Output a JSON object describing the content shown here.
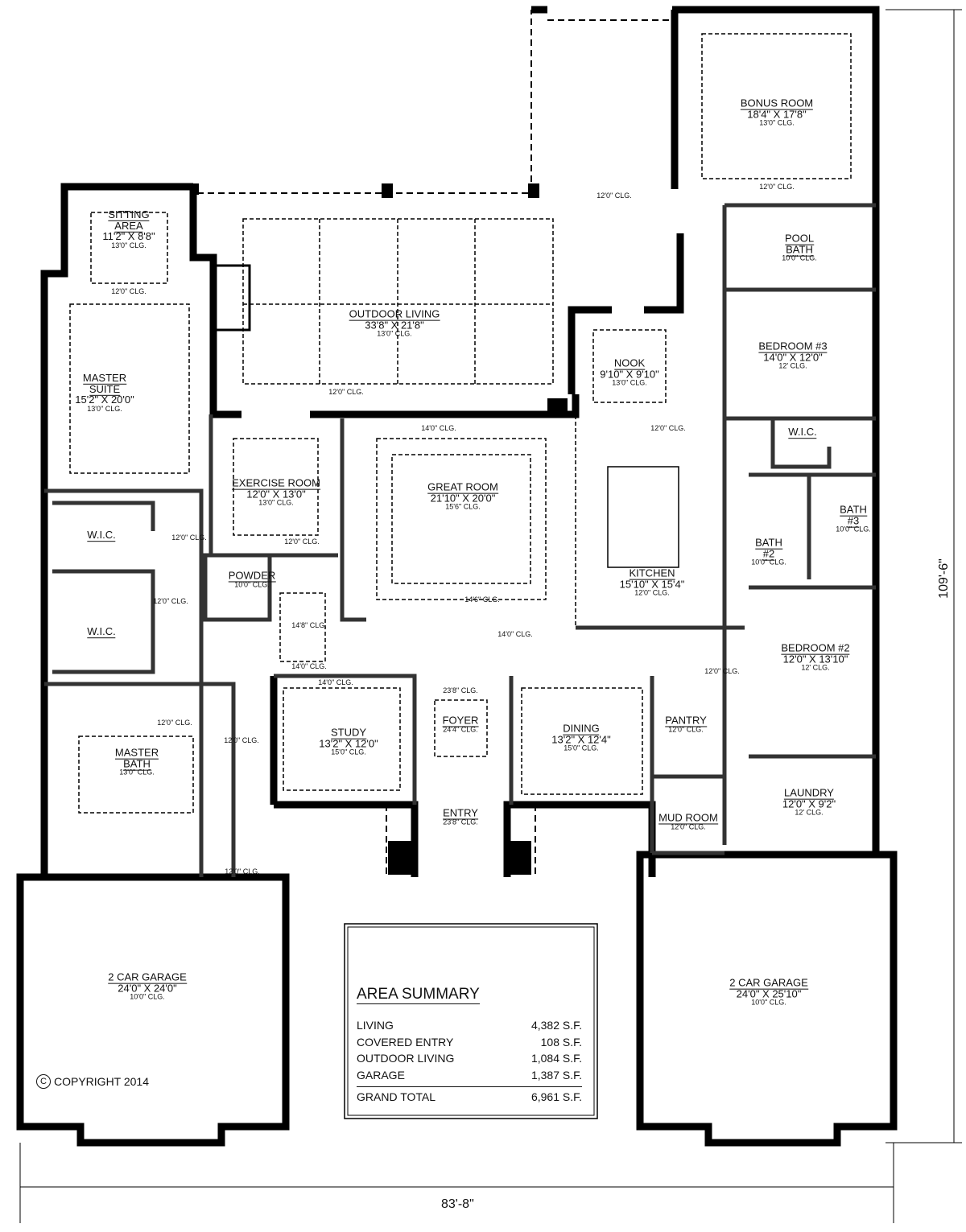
{
  "rooms": [
    {
      "id": "sitting",
      "name": [
        "SITTING",
        "AREA"
      ],
      "dims": "11'2\" X 8'8\"",
      "clg": "13'0\" CLG."
    },
    {
      "id": "master_suite",
      "name": [
        "MASTER",
        "SUITE"
      ],
      "dims": "15'2\" X 20'0\"",
      "clg": "13'0\" CLG."
    },
    {
      "id": "outdoor_living",
      "name": [
        "OUTDOOR LIVING"
      ],
      "dims": "33'8\" X 21'8\"",
      "clg": "13'0\" CLG."
    },
    {
      "id": "bonus_room",
      "name": [
        "BONUS ROOM"
      ],
      "dims": "18'4\" X 17'8\"",
      "clg": "13'0\" CLG."
    },
    {
      "id": "pool_bath",
      "name": [
        "POOL",
        "BATH"
      ],
      "dims": "",
      "clg": "10'0\" CLG."
    },
    {
      "id": "nook",
      "name": [
        "NOOK"
      ],
      "dims": "9'10\" X 9'10\"",
      "clg": "13'0\" CLG."
    },
    {
      "id": "bedroom3",
      "name": [
        "BEDROOM #3"
      ],
      "dims": "14'0\" X 12'0\"",
      "clg": "12' CLG."
    },
    {
      "id": "wic3",
      "name": [
        "W.I.C."
      ],
      "dims": "",
      "clg": ""
    },
    {
      "id": "exercise",
      "name": [
        "EXERCISE ROOM"
      ],
      "dims": "12'0\" X 13'0\"",
      "clg": "13'0\" CLG."
    },
    {
      "id": "great_room",
      "name": [
        "GREAT ROOM"
      ],
      "dims": "21'10\" X 20'0\"",
      "clg": "15'6\" CLG."
    },
    {
      "id": "kitchen",
      "name": [
        "KITCHEN"
      ],
      "dims": "15'10\" X 15'4\"",
      "clg": "12'0\" CLG."
    },
    {
      "id": "bath3",
      "name": [
        "BATH",
        "#3"
      ],
      "dims": "",
      "clg": "10'0\" CLG."
    },
    {
      "id": "bath2",
      "name": [
        "BATH",
        "#2"
      ],
      "dims": "",
      "clg": "10'0\" CLG."
    },
    {
      "id": "wic1",
      "name": [
        "W.I.C."
      ],
      "dims": "",
      "clg": ""
    },
    {
      "id": "wic2",
      "name": [
        "W.I.C."
      ],
      "dims": "",
      "clg": ""
    },
    {
      "id": "powder",
      "name": [
        "POWDER"
      ],
      "dims": "",
      "clg": "10'0\" CLG."
    },
    {
      "id": "bedroom2",
      "name": [
        "BEDROOM #2"
      ],
      "dims": "12'0\" X 13'10\"",
      "clg": "12' CLG."
    },
    {
      "id": "master_bath",
      "name": [
        "MASTER",
        "BATH"
      ],
      "dims": "",
      "clg": "13'0\" CLG."
    },
    {
      "id": "study",
      "name": [
        "STUDY"
      ],
      "dims": "13'2\" X 12'0\"",
      "clg": "15'0\" CLG."
    },
    {
      "id": "foyer",
      "name": [
        "FOYER"
      ],
      "dims": "",
      "clg": "24'4\" CLG."
    },
    {
      "id": "dining",
      "name": [
        "DINING"
      ],
      "dims": "13'2\" X 12'4\"",
      "clg": "15'0\" CLG."
    },
    {
      "id": "pantry",
      "name": [
        "PANTRY"
      ],
      "dims": "",
      "clg": "12'0\" CLG."
    },
    {
      "id": "laundry",
      "name": [
        "LAUNDRY"
      ],
      "dims": "12'0\" X 9'2\"",
      "clg": "12' CLG."
    },
    {
      "id": "mud_room",
      "name": [
        "MUD ROOM"
      ],
      "dims": "",
      "clg": "12'0\" CLG."
    },
    {
      "id": "entry",
      "name": [
        "ENTRY"
      ],
      "dims": "",
      "clg": "23'8\" CLG."
    },
    {
      "id": "garage_left",
      "name": [
        "2 CAR GARAGE"
      ],
      "dims": "24'0\" X 24'0\"",
      "clg": "10'0\" CLG."
    },
    {
      "id": "garage_right",
      "name": [
        "2 CAR GARAGE"
      ],
      "dims": "24'0\" X 25'10\"",
      "clg": "10'0\" CLG."
    }
  ],
  "ceiling_notes": [
    "12'0\" CLG.",
    "12'0\" CLG.",
    "12'0\" CLG.",
    "12'0\" CLG.",
    "14'0\" CLG.",
    "12'0\" CLG.",
    "12'0\" CLG.",
    "12'0\" CLG.",
    "12'0\" CLG.",
    "14'8\" CLG.",
    "14'0\" CLG.",
    "14'6\" CLG.",
    "14'0\" CLG.",
    "14'0\" CLG.",
    "23'8\" CLG.",
    "12'0\" CLG.",
    "12'0\" CLG.",
    "12'0\" CLG.",
    "12'0\" CLG."
  ],
  "dimensions": {
    "width": "83'-8\"",
    "depth": "109'-6\""
  },
  "area_summary": {
    "title": "AREA SUMMARY",
    "rows": [
      {
        "label": "LIVING",
        "value": "4,382 S.F."
      },
      {
        "label": "COVERED ENTRY",
        "value": "108 S.F."
      },
      {
        "label": "OUTDOOR LIVING",
        "value": "1,084 S.F."
      },
      {
        "label": "GARAGE",
        "value": "1,387 S.F."
      }
    ],
    "total": {
      "label": "GRAND TOTAL",
      "value": "6,961 S.F."
    }
  },
  "copyright": {
    "symbol": "C",
    "text": "COPYRIGHT 2014"
  }
}
